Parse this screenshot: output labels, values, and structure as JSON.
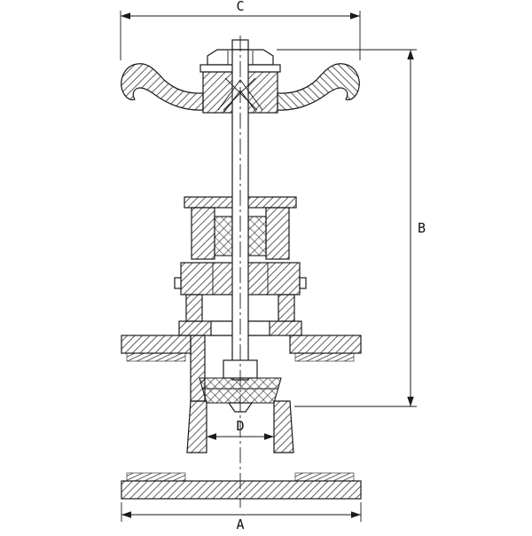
{
  "colors": {
    "line": "#1a1a1a",
    "background": "#ffffff"
  },
  "dimensions": {
    "top_width_label": "C",
    "right_height_label": "B",
    "bottom_width_label": "A",
    "seat_bore_label": "D"
  }
}
